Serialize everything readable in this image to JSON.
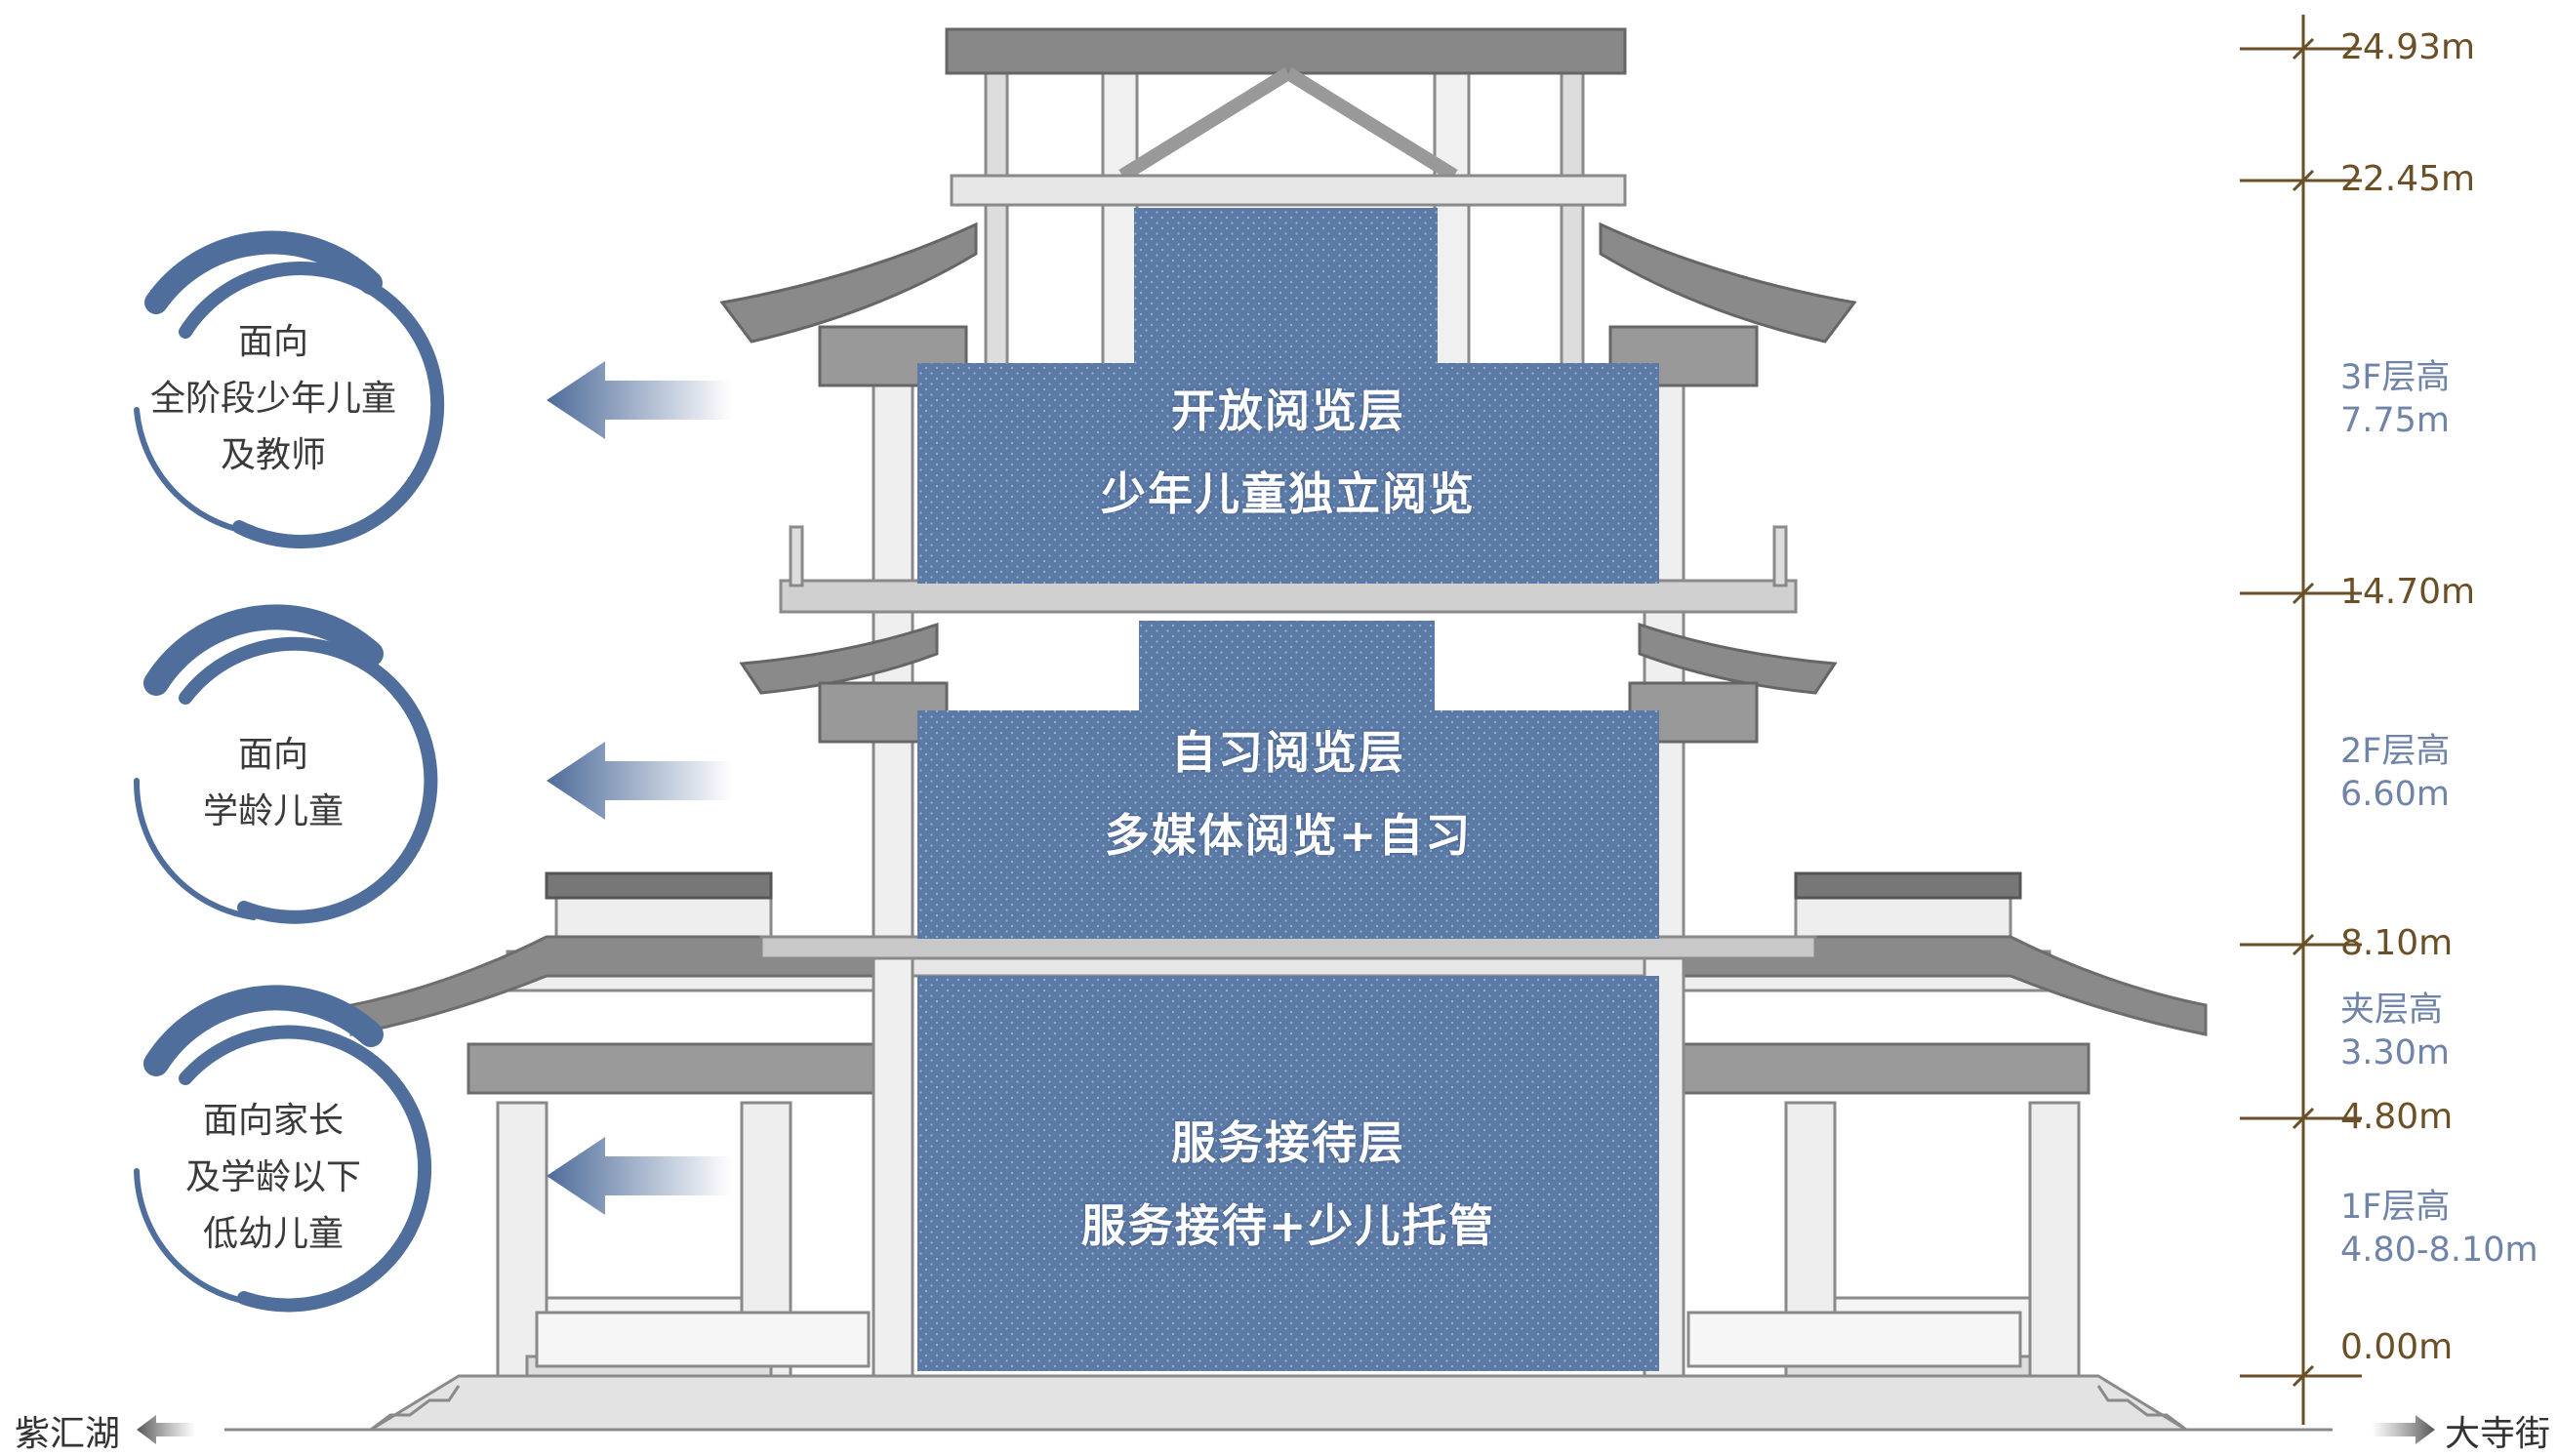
{
  "floors": [
    {
      "id": "3f",
      "title": "开放阅览层",
      "subtitle": "少年儿童独立阅览"
    },
    {
      "id": "2f",
      "title": "自习阅览层",
      "subtitle": "多媒体阅览+自习"
    },
    {
      "id": "1f",
      "title": "服务接待层",
      "subtitle": "服务接待+少儿托管"
    }
  ],
  "audiences": [
    {
      "lines": [
        "面向",
        "全阶段少年儿童",
        "及教师"
      ]
    },
    {
      "lines": [
        "面向",
        "学龄儿童"
      ]
    },
    {
      "lines": [
        "面向家长",
        "及学龄以下",
        "低幼儿童"
      ]
    }
  ],
  "elevations": [
    "24.93m",
    "22.45m",
    "14.70m",
    "8.10m",
    "4.80m",
    "0.00m"
  ],
  "story_heights": [
    {
      "name": "3F层高",
      "value": "7.75m"
    },
    {
      "name": "2F层高",
      "value": "6.60m"
    },
    {
      "name": "夹层高",
      "value": "3.30m"
    },
    {
      "name": "1F层高",
      "value": "4.80-8.10m"
    }
  ],
  "directions": {
    "left": "紫汇湖",
    "right": "大寺街"
  },
  "colors": {
    "floor_fill": "#5c7aa6",
    "ink_ring": "#4f6e9c",
    "elevation_axis": "#6b4f27",
    "structure": "#8a8a8a",
    "roof": "#7c7c7c"
  }
}
